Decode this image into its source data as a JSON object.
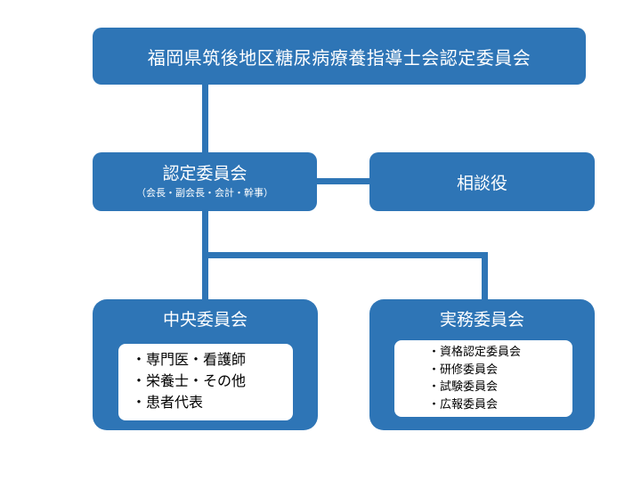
{
  "colors": {
    "box_fill": "#2e75b6",
    "connector": "#2e75b6",
    "box_text": "#ffffff",
    "inner_fill": "#ffffff",
    "inner_text": "#000000"
  },
  "root": {
    "title": "福岡県筑後地区糖尿病療養指導士会認定委員会"
  },
  "certification": {
    "title": "認定委員会",
    "subtitle": "（会長・副会長・会計・幹事）"
  },
  "advisor": {
    "title": "相談役"
  },
  "central": {
    "title": "中央委員会",
    "items": [
      "・専門医・看護師",
      "・栄養士・その他",
      "・患者代表"
    ]
  },
  "practical": {
    "title": "実務委員会",
    "items": [
      "・資格認定委員会",
      "・研修委員会",
      "・試験委員会",
      "・広報委員会"
    ]
  }
}
